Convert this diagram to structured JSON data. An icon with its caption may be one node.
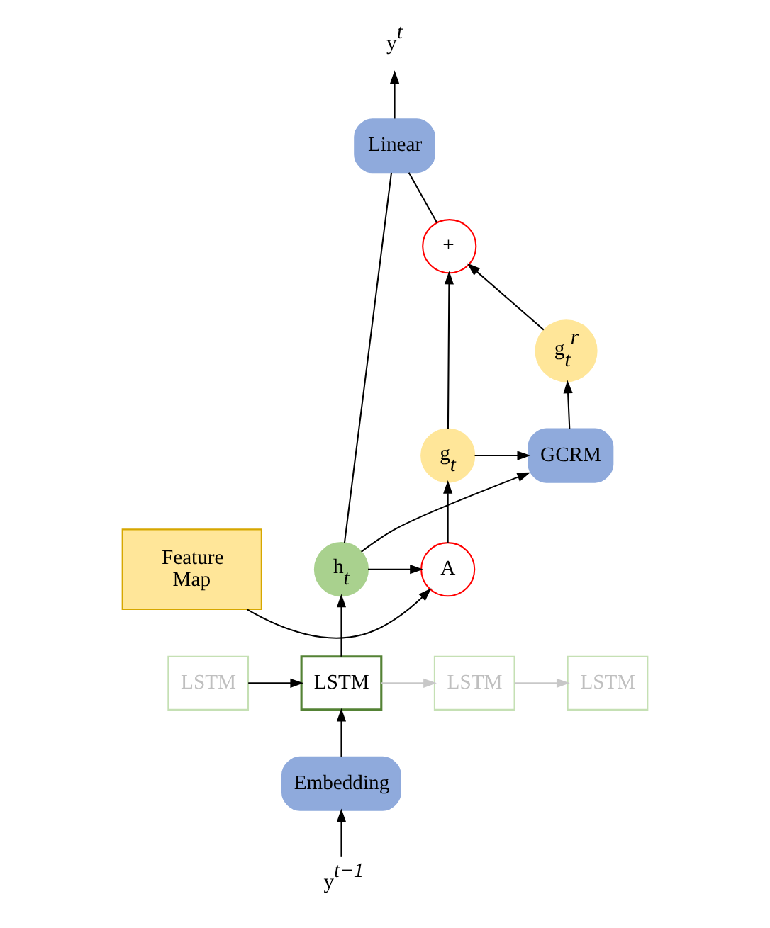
{
  "diagram": {
    "nodes": [
      {
        "text": [
          "y$^{t}$"
        ]
      },
      {
        "text": [
          "Linear"
        ]
      },
      {
        "text": [
          "+"
        ]
      },
      {
        "text": [
          "g$_{t}$$^{r}$"
        ]
      },
      {
        "text": [
          "GCRM"
        ]
      },
      {
        "text": [
          "g$_{t}$"
        ]
      },
      {
        "text": [
          "h$_{t}$"
        ]
      },
      {
        "text": [
          "A"
        ]
      },
      {
        "text": [
          "Feature Map"
        ]
      },
      {
        "text": [
          "LSTM"
        ]
      },
      {
        "text": [
          "LSTM"
        ]
      },
      {
        "text": [
          "LSTM"
        ]
      },
      {
        "text": [
          "LSTM"
        ]
      },
      {
        "text": [
          "Embedding"
        ]
      },
      {
        "text": [
          "y$^{t−1}$"
        ]
      }
    ],
    "edges": [
      {
        "from": 1,
        "to": 0,
        "arrow": "to"
      },
      {
        "from": 6,
        "to": 1,
        "arrow": "none"
      },
      {
        "from": 2,
        "to": 1,
        "arrow": "none"
      },
      {
        "from": 3,
        "to": 2,
        "arrow": "to"
      },
      {
        "from": 5,
        "to": 2,
        "arrow": "to"
      },
      {
        "from": 4,
        "to": 3,
        "arrow": "to"
      },
      {
        "from": 5,
        "to": 4,
        "arrow": "to"
      },
      {
        "from": 6,
        "to": 4,
        "arrow": "to"
      },
      {
        "from": 6,
        "to": 7,
        "arrow": "to"
      },
      {
        "from": 8,
        "to": 7,
        "arrow": "to"
      },
      {
        "from": 7,
        "to": 5,
        "arrow": "to"
      },
      {
        "from": 10,
        "to": 6,
        "arrow": "to"
      },
      {
        "from": 9,
        "to": 10,
        "arrow": "to"
      },
      {
        "from": 10,
        "to": 11,
        "arrow": "to",
        "color": "#c8c8c8"
      },
      {
        "from": 11,
        "to": 12,
        "arrow": "to",
        "color": "#c8c8c8"
      },
      {
        "from": 13,
        "to": 10,
        "arrow": "to"
      },
      {
        "from": 14,
        "to": 13,
        "arrow": "to"
      }
    ]
  }
}
